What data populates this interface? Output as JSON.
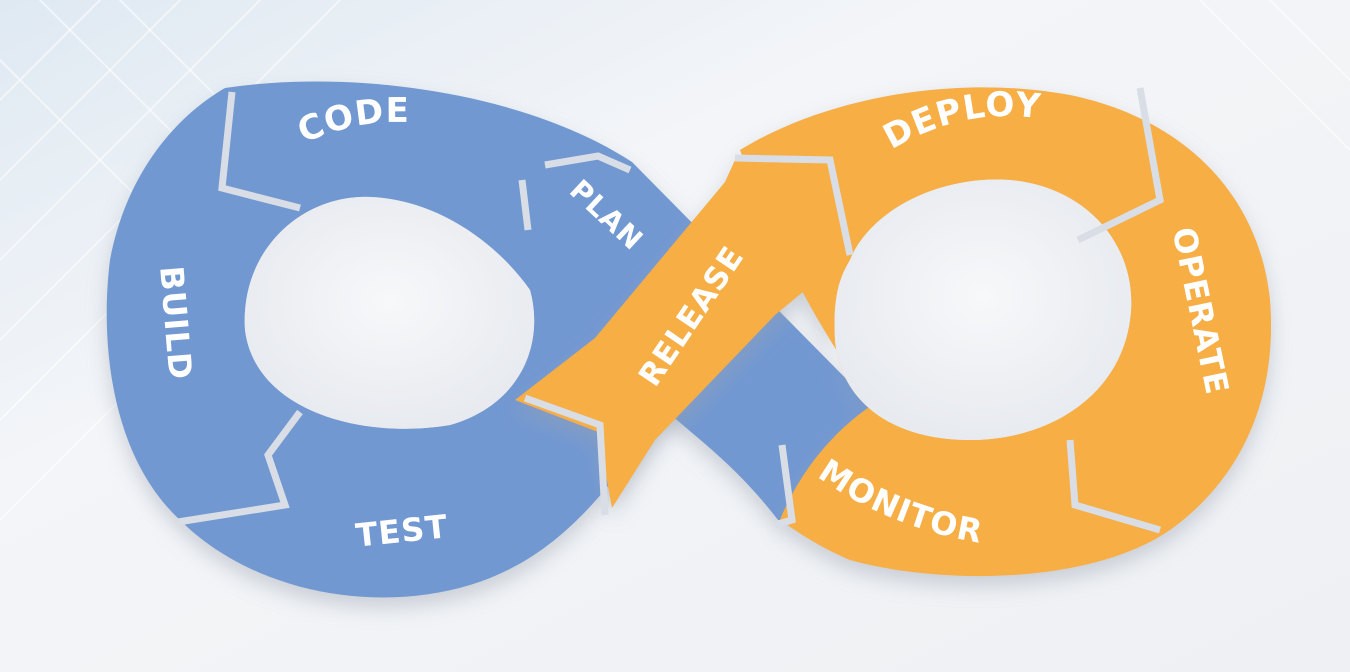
{
  "colors": {
    "dev": "#7298d2",
    "ops": "#f6ae45",
    "divider": "#d9dee6",
    "text": "#ffffff",
    "background": "#f1f3f6"
  },
  "stages": {
    "plan": "PLAN",
    "code": "CODE",
    "build": "BUILD",
    "test": "TEST",
    "release": "RELEASE",
    "deploy": "DEPLOY",
    "operate": "OPERATE",
    "monitor": "MONITOR"
  }
}
